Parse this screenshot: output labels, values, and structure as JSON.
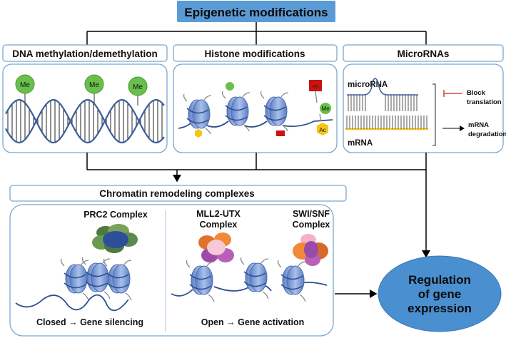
{
  "title": "Epigenetic modifications",
  "categories": {
    "dna": "DNA methylation/demethylation",
    "histone": "Histone modifications",
    "micro": "MicroRNAs"
  },
  "dna_panel": {
    "mark": "Me"
  },
  "histone_panel": {
    "mark_me": "Me",
    "mark_ac": "Ac",
    "mark_ph": "Ph"
  },
  "micro_panel": {
    "microrna": "microRNA",
    "mrna": "mRNA",
    "block_line1": "Block",
    "block_line2": "translation",
    "deg_line1": "mRNA",
    "deg_line2": "degradation"
  },
  "chromatin": {
    "title": "Chromatin remodeling complexes",
    "prc2": "PRC2 Complex",
    "mll2_line1": "MLL2-UTX",
    "mll2_line2": "Complex",
    "swi_line1": "SWI/SNF",
    "swi_line2": "Complex",
    "closed": "Closed → Gene silencing",
    "open": "Open → Gene activation"
  },
  "outcome": {
    "line1": "Regulation",
    "line2": "of gene",
    "line3": "expression"
  },
  "colors": {
    "title_bg": "#5b9bd5",
    "box_border": "#7aa7d1",
    "dna_strand": "#3c5e9c",
    "methyl": "#6abf4b",
    "nucleosome": "#7e9fd6",
    "acetyl": "#f5c518",
    "phospho": "#cc1111",
    "outcome_bg": "#4a8fd0",
    "inhibit": "#d62020"
  }
}
